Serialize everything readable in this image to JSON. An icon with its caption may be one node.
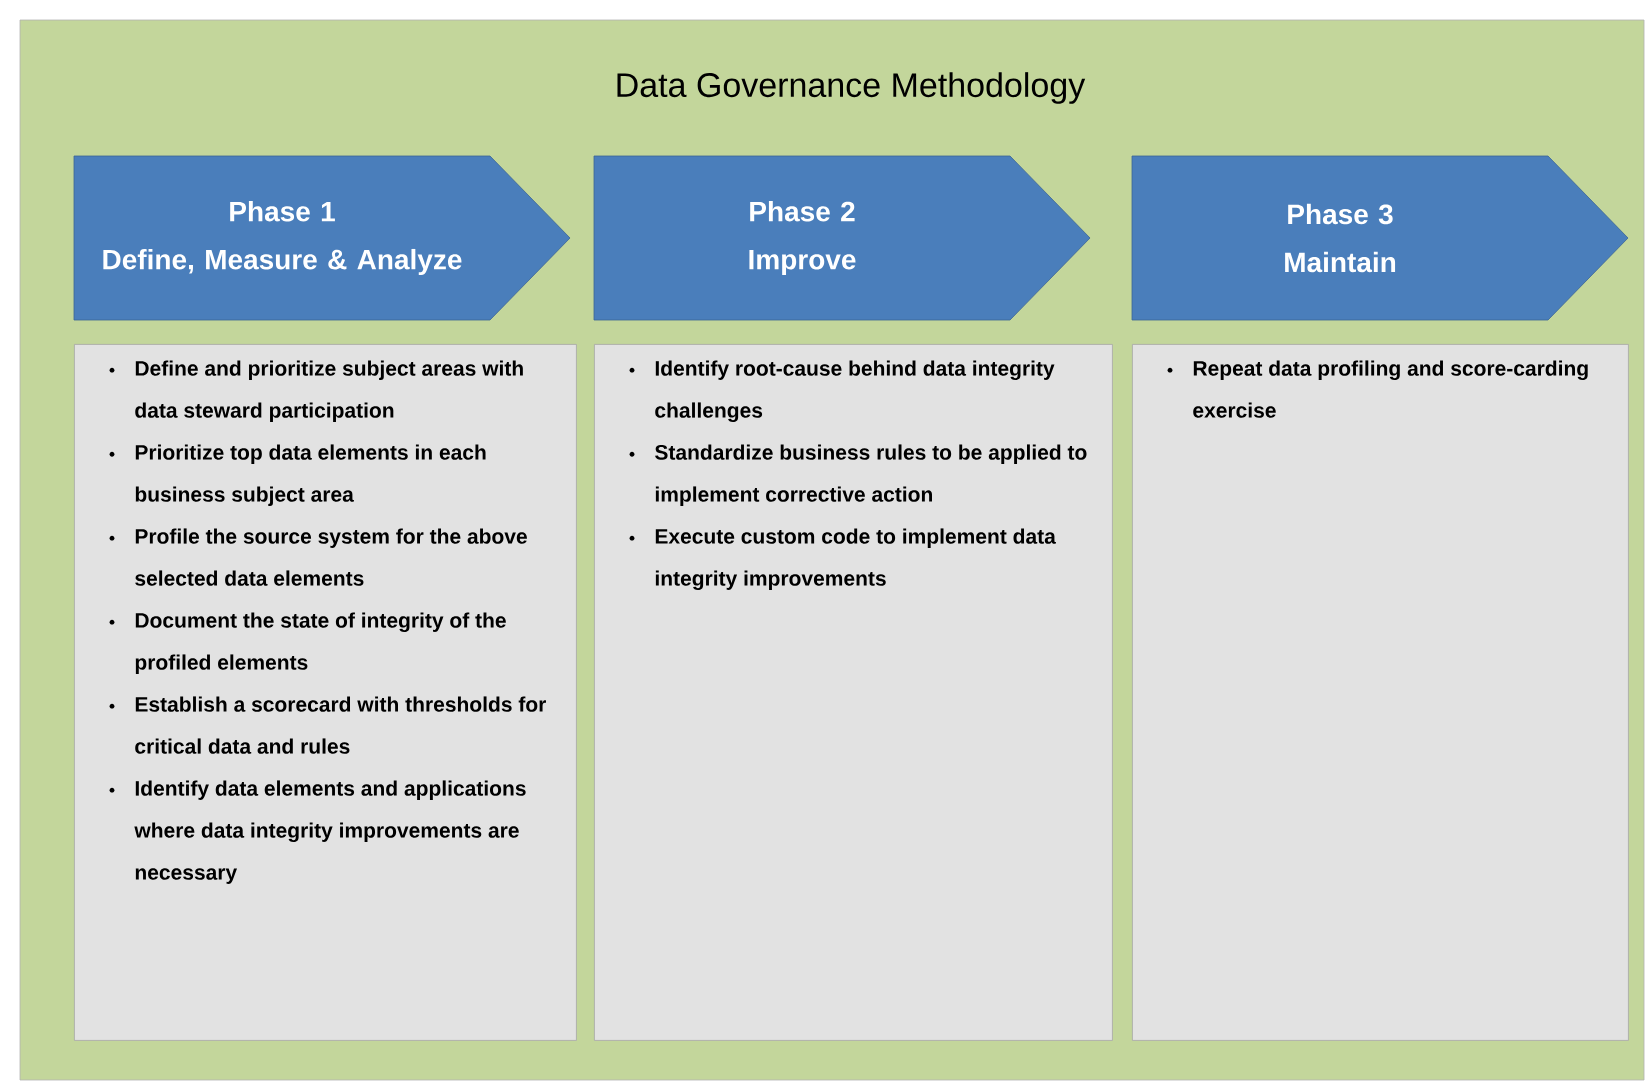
{
  "diagram": {
    "title": "Data Governance Methodology",
    "nodes": [
      {
        "text": [
          "Phase 1",
          "Define, Measure & Analyze"
        ]
      },
      {
        "text": [
          "Phase 2",
          "Improve"
        ]
      },
      {
        "text": [
          "Phase 3",
          "Maintain"
        ]
      },
      {
        "text": [
          "Define and prioritize subject areas with data steward participation",
          "Prioritize top data elements in each business subject area",
          "Profile the source system for the above selected data elements",
          "Document the state of integrity of the profiled elements",
          "Establish a scorecard with thresholds for critical data and rules",
          "Identify data elements and applications where data integrity improvements are necessary"
        ]
      },
      {
        "text": [
          "Identify root-cause behind data integrity challenges",
          "Standardize business rules to be applied to implement corrective action",
          "Execute custom code to implement data integrity improvements"
        ]
      },
      {
        "text": [
          "Repeat data profiling and score-carding exercise"
        ]
      }
    ]
  }
}
